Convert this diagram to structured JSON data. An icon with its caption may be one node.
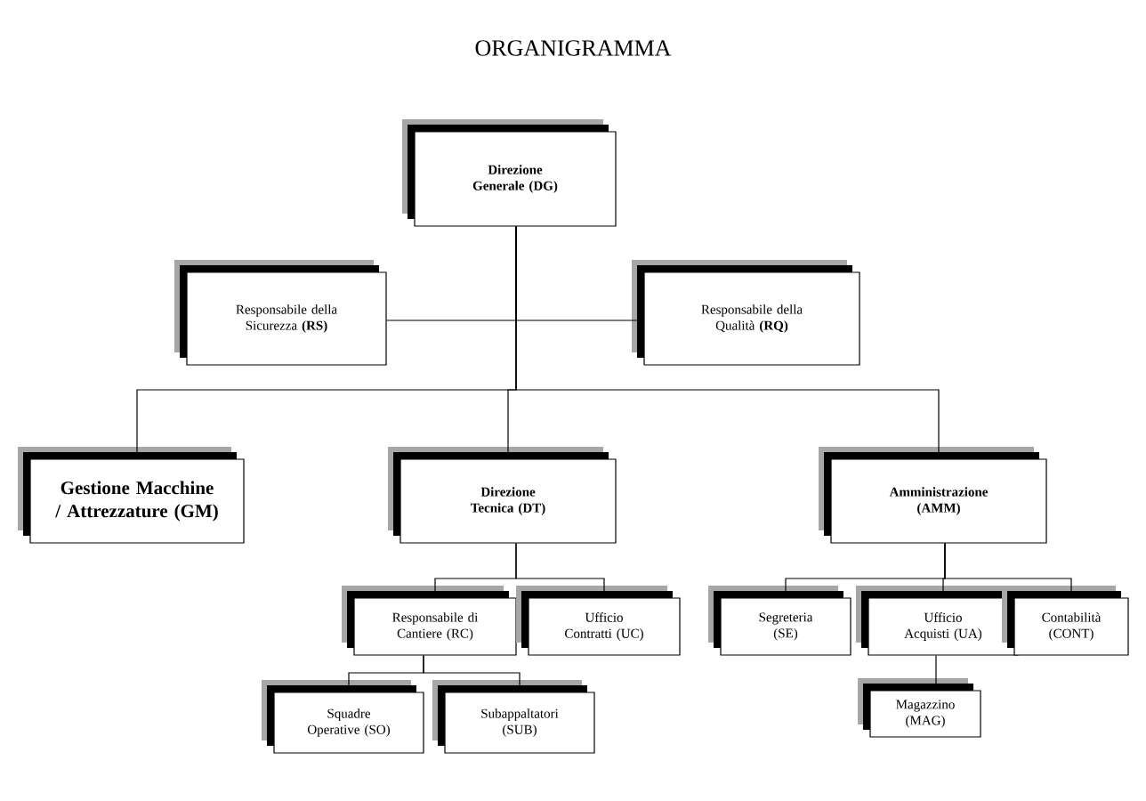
{
  "diagram": {
    "title": "ORGANIGRAMMA",
    "nodes": [
      {
        "text": [
          "Direzione Generale (DG)"
        ]
      },
      {
        "text": [
          "Responsabile della Sicurezza **(RS)**"
        ]
      },
      {
        "text": [
          "Responsabile della Qualità **(RQ)**"
        ]
      },
      {
        "text": [
          "Gestione Macchine / Attrezzature (GM)"
        ]
      },
      {
        "text": [
          "Direzione Tecnica (DT)"
        ]
      },
      {
        "text": [
          "Amministrazione (AMM)"
        ]
      },
      {
        "text": [
          "Responsabile di Cantiere (RC)"
        ]
      },
      {
        "text": [
          "Ufficio Contratti (UC)"
        ]
      },
      {
        "text": [
          "Squadre Operative (SO)"
        ]
      },
      {
        "text": [
          "Subappaltatori (SUB)"
        ]
      },
      {
        "text": [
          "Segreteria (SE)"
        ]
      },
      {
        "text": [
          "Ufficio Acquisti (UA)"
        ]
      },
      {
        "text": [
          "Contabilità (CONT)"
        ]
      },
      {
        "text": [
          "Magazzino (MAG)"
        ]
      }
    ],
    "edges": [
      {
        "from": 0,
        "to": 1,
        "arrow": "none"
      },
      {
        "from": 0,
        "to": 2,
        "arrow": "none"
      },
      {
        "from": 0,
        "to": 3,
        "arrow": "none"
      },
      {
        "from": 0,
        "to": 4,
        "arrow": "none"
      },
      {
        "from": 0,
        "to": 5,
        "arrow": "none"
      },
      {
        "from": 4,
        "to": 6,
        "arrow": "none"
      },
      {
        "from": 4,
        "to": 7,
        "arrow": "none"
      },
      {
        "from": 6,
        "to": 8,
        "arrow": "none"
      },
      {
        "from": 6,
        "to": 9,
        "arrow": "none"
      },
      {
        "from": 5,
        "to": 10,
        "arrow": "none"
      },
      {
        "from": 5,
        "to": 11,
        "arrow": "none"
      },
      {
        "from": 5,
        "to": 12,
        "arrow": "none"
      },
      {
        "from": 11,
        "to": 13,
        "arrow": "none"
      }
    ]
  }
}
